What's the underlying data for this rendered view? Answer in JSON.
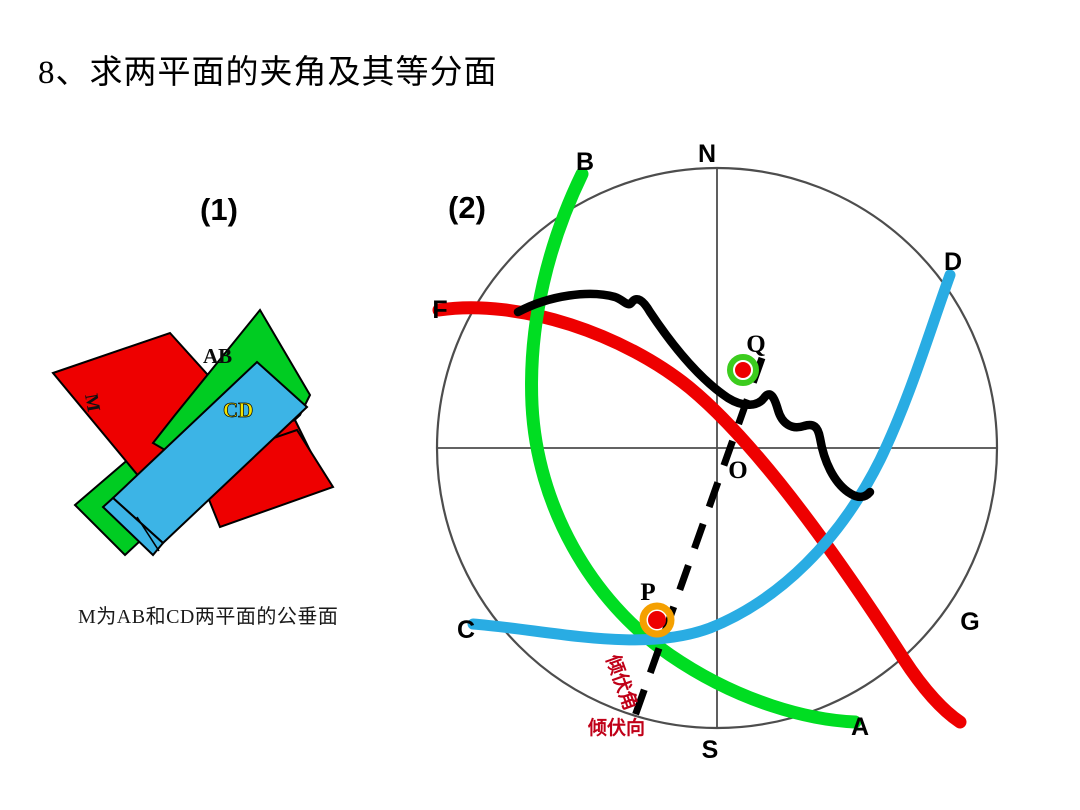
{
  "slide": {
    "title": "8、求两平面的夹角及其等分面",
    "background_color": "#ffffff"
  },
  "figure1": {
    "number": "(1)",
    "caption": "M为AB和CD两平面的公垂面",
    "planes": [
      {
        "name": "AB",
        "label": "AB",
        "color": "#00cc22",
        "label_color": "#0a0a0a"
      },
      {
        "name": "CD",
        "label": "CD",
        "color": "#3cb4e6",
        "label_color": "#f2e300"
      },
      {
        "name": "M",
        "label": "M",
        "color": "#ee0000",
        "label_color": "#111111"
      }
    ]
  },
  "figure2": {
    "number": "(2)",
    "net": {
      "outline_color": "#4d4d4d",
      "axis_color": "#4d4d4d",
      "center_label": "O"
    },
    "cardinals": [
      {
        "name": "north",
        "label": "N"
      },
      {
        "name": "south",
        "label": "S"
      }
    ],
    "great_circles": [
      {
        "name": "plane-AB",
        "label_start": "B",
        "label_end": "A",
        "color": "#00dd22"
      },
      {
        "name": "plane-CD",
        "label_start": "D",
        "label_end": "C",
        "color": "#29ace3"
      },
      {
        "name": "plane-M",
        "label_start": "F",
        "label_end": "G",
        "color": "#ee0000"
      },
      {
        "name": "bisector-plane",
        "label_start": "",
        "label_end": "",
        "color": "#000000"
      }
    ],
    "endpoint_labels": [
      "B",
      "D",
      "F",
      "C",
      "A",
      "G"
    ],
    "intersection_points": [
      {
        "name": "point-P",
        "label": "P",
        "ring_color": "#f5a000",
        "fill_color": "#ee0000"
      },
      {
        "name": "point-Q",
        "label": "Q",
        "ring_color": "#3ccc1e",
        "fill_color": "#ee0000"
      }
    ],
    "annotations": [
      {
        "name": "plunge-angle",
        "text": "倾伏角",
        "color": "#c00018"
      },
      {
        "name": "plunge-direction",
        "text": "倾伏向",
        "color": "#c00018"
      }
    ]
  }
}
